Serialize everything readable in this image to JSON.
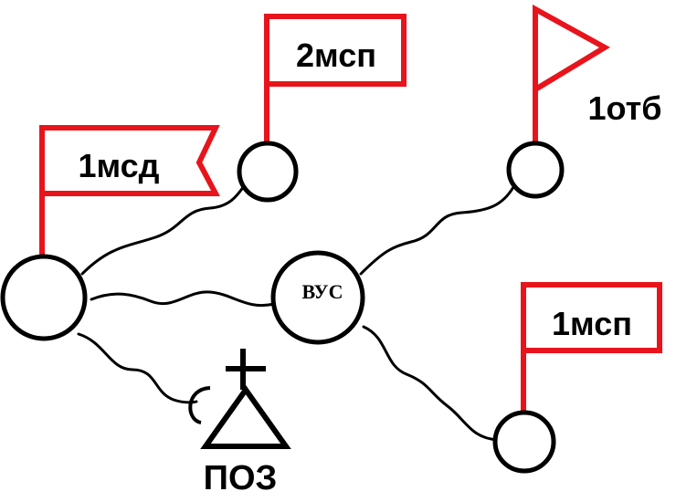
{
  "nodes": {
    "msd1": {
      "flag_label": "1мсд"
    },
    "msp2": {
      "flag_label": "2мсп"
    },
    "otb1": {
      "flag_label": "1отб"
    },
    "vus": {
      "label": "ВУС"
    },
    "msp1": {
      "flag_label": "1мсп"
    },
    "poz": {
      "label": "ПОЗ"
    }
  },
  "colors": {
    "flag": "#e8141c",
    "line": "#000000"
  }
}
